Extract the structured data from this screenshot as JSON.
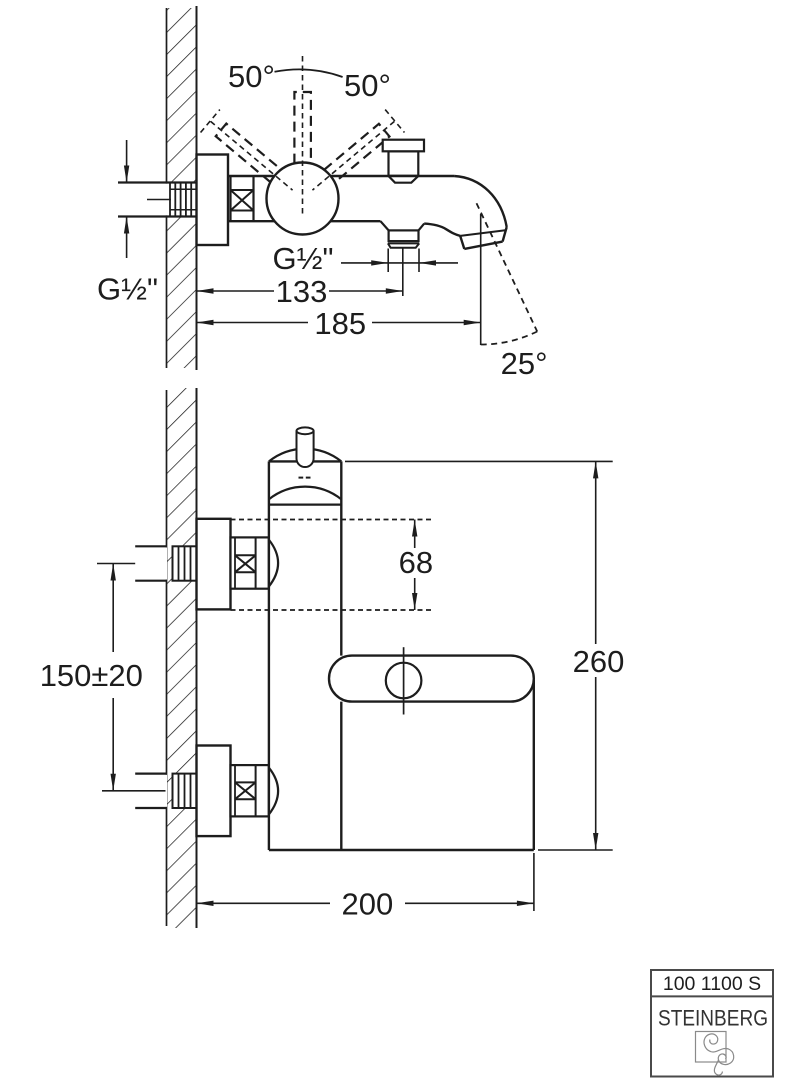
{
  "side_view": {
    "label_angle_left": "50°",
    "label_angle_right": "50°",
    "label_thread_wall": "G½\"",
    "label_thread_spout": "G½\"",
    "label_dim_spout_center": "133",
    "label_dim_spout_reach": "185",
    "label_angle_outlet": "25°"
  },
  "front_view": {
    "label_dim_cap_offset": "68",
    "label_dim_supply_distance": "150±20",
    "label_dim_height": "260",
    "label_dim_width": "200"
  },
  "title_block": {
    "model_number": "100 1100 S",
    "brand": "STEINBERG"
  },
  "colors": {
    "line": "#1d1d1d",
    "title_line": "#4a4a4a",
    "logo": "#8a8a8a",
    "background": "#ffffff"
  }
}
